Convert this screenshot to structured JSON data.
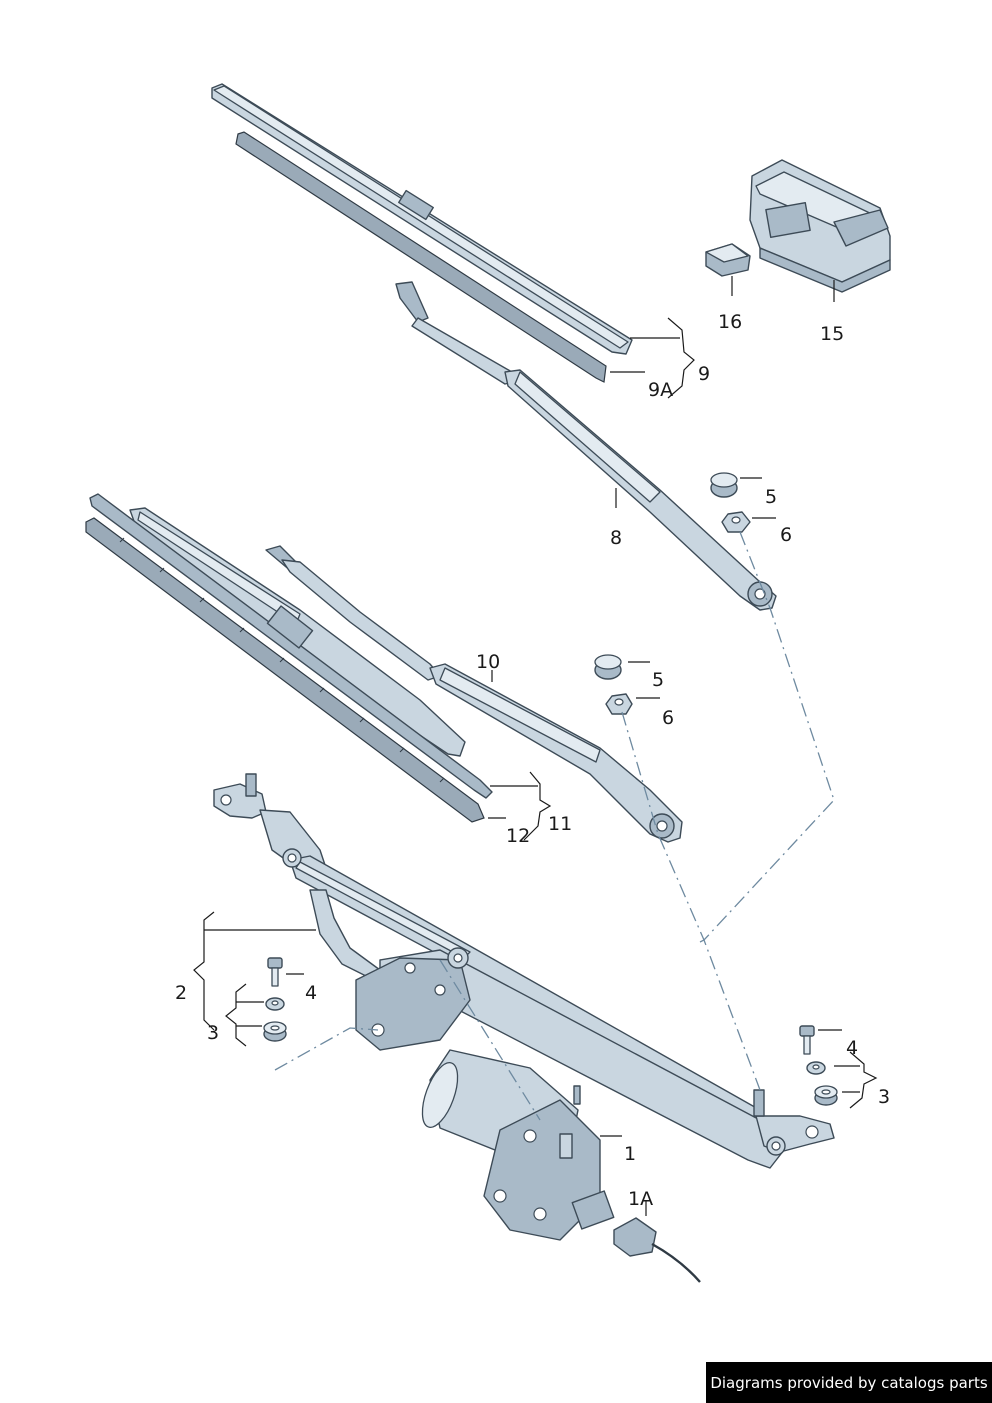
{
  "diagram": {
    "labels": {
      "p1": "1",
      "p1a": "1A",
      "p2": "2",
      "p3_left": "3",
      "p3_right": "3",
      "p4_left": "4",
      "p4_right": "4",
      "p5_upper": "5",
      "p5_lower": "5",
      "p6_upper": "6",
      "p6_lower": "6",
      "p8": "8",
      "p9": "9",
      "p9a": "9A",
      "p10": "10",
      "p11": "11",
      "p12": "12",
      "p15": "15",
      "p16": "16"
    },
    "colors": {
      "metal": "#c9d6e0",
      "outline": "#3d4b57",
      "dashed_line": "#6e8aa0"
    }
  },
  "footer": {
    "credit": "Diagrams provided by catalogs parts"
  }
}
